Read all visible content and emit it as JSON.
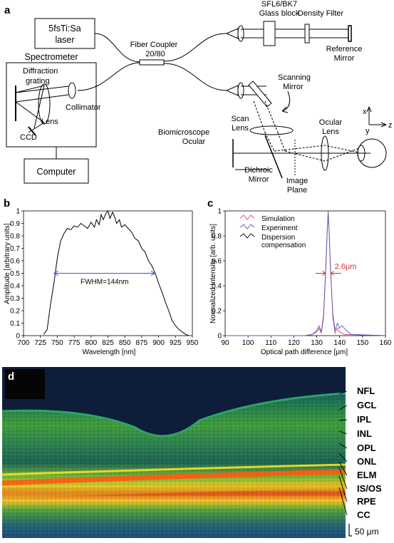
{
  "panels": {
    "a": "a",
    "b": "b",
    "c": "c",
    "d": "d"
  },
  "setup": {
    "laser": [
      "5fsTi:Sa",
      "laser"
    ],
    "spectrometer": "Spectrometer",
    "diffraction_grating": [
      "Diffraction",
      "grating"
    ],
    "collimator": "Collimator",
    "lens": "Lens",
    "ccd": "CCD",
    "computer": "Computer",
    "fiber_coupler": [
      "Fiber Coupler",
      "20/80"
    ],
    "glass_block": [
      "SFL6/BK7",
      "Glass block"
    ],
    "density_filter": "Density Filter",
    "reference_mirror": [
      "Reference",
      "Mirror"
    ],
    "scanning_mirror": [
      "Scanning",
      "Mirror"
    ],
    "scan_lens": [
      "Scan",
      "Lens"
    ],
    "ocular_lens": [
      "Ocular",
      "Lens"
    ],
    "biomicroscope": [
      "Biomicroscope",
      "Ocular"
    ],
    "dichroic_mirror": [
      "Dichroic",
      "Mirror"
    ],
    "image_plane": [
      "Image",
      "Plane"
    ],
    "axis_x": "x",
    "axis_y": "y",
    "axis_z": "z"
  },
  "chart_data": [
    {
      "type": "line",
      "panel": "b",
      "xlabel": "Wavelength [nm]",
      "ylabel": "Amplitude [arbitrary units]",
      "xlim": [
        700,
        950
      ],
      "ylim": [
        0,
        1
      ],
      "xticks": [
        700,
        725,
        750,
        775,
        800,
        825,
        850,
        875,
        900,
        925,
        950
      ],
      "yticks": [
        "0",
        "0.1",
        "0.2",
        "0.3",
        "0.4",
        "0.5",
        "0.6",
        "0.7",
        "0.8",
        "0.9",
        "1"
      ],
      "series": [
        {
          "x": [
            730,
            735,
            740,
            745,
            750,
            755,
            760,
            765,
            770,
            775,
            780,
            785,
            790,
            795,
            800,
            805,
            808,
            812,
            815,
            818,
            822,
            825,
            828,
            832,
            835,
            838,
            842,
            845,
            850,
            855,
            860,
            865,
            870,
            875,
            880,
            885,
            890,
            895,
            900,
            905,
            910,
            915,
            920,
            925,
            930,
            935,
            940,
            945
          ],
          "y": [
            0.01,
            0.05,
            0.25,
            0.42,
            0.62,
            0.76,
            0.82,
            0.86,
            0.85,
            0.88,
            0.87,
            0.9,
            0.88,
            0.86,
            0.91,
            0.87,
            0.93,
            0.89,
            0.97,
            0.93,
            0.98,
            1.0,
            0.94,
            0.99,
            0.95,
            0.9,
            0.93,
            0.87,
            0.89,
            0.86,
            0.83,
            0.78,
            0.76,
            0.7,
            0.67,
            0.6,
            0.56,
            0.5,
            0.42,
            0.35,
            0.27,
            0.2,
            0.12,
            0.08,
            0.05,
            0.03,
            0.01,
            0.0
          ]
        }
      ],
      "annotations": [
        {
          "text": "FWHM=144nm",
          "x_range": [
            745,
            895
          ],
          "y": 0.5
        }
      ]
    },
    {
      "type": "line",
      "panel": "c",
      "xlabel": "Optical path difference [μm]",
      "ylabel": "Normalized Intensity [arb. units]",
      "xlim": [
        90,
        160
      ],
      "ylim": [
        0,
        1
      ],
      "xticks": [
        90,
        100,
        110,
        120,
        130,
        140,
        150,
        160
      ],
      "yticks": [
        "0",
        "0.2",
        "0.4",
        "0.6",
        "0.8",
        "1"
      ],
      "legend": [
        "Simulation",
        "Experiment",
        [
          "Dispersion",
          "compensation"
        ]
      ],
      "annotations": [
        {
          "text": "2.6μm",
          "x": 135,
          "y": 0.5
        }
      ],
      "series": [
        {
          "name": "Simulation",
          "color": "#d04a6a",
          "x": [
            90,
            125,
            128,
            130,
            131,
            132,
            133,
            134,
            134.6,
            135,
            135.4,
            136,
            137,
            138,
            139,
            140,
            142,
            160
          ],
          "y": [
            0.0,
            0.0,
            0.01,
            0.03,
            0.06,
            0.02,
            0.15,
            0.55,
            0.85,
            1.0,
            0.85,
            0.55,
            0.15,
            0.02,
            0.06,
            0.03,
            0.01,
            0.0
          ]
        },
        {
          "name": "Experiment",
          "color": "#5555bb",
          "x": [
            90,
            125,
            128,
            130,
            131,
            132,
            133,
            134,
            134.6,
            135,
            135.4,
            136,
            137,
            138,
            139,
            140,
            141,
            143,
            145,
            160
          ],
          "y": [
            0.0,
            0.0,
            0.01,
            0.04,
            0.08,
            0.03,
            0.17,
            0.58,
            0.86,
            0.98,
            0.84,
            0.52,
            0.18,
            0.04,
            0.1,
            0.06,
            0.08,
            0.04,
            0.01,
            0.0
          ]
        }
      ]
    }
  ],
  "oct_image": {
    "layers": [
      "NFL",
      "GCL",
      "IPL",
      "INL",
      "OPL",
      "ONL",
      "ELM",
      "IS/OS",
      "RPE",
      "CC"
    ],
    "scale_bar": "50 μm"
  }
}
